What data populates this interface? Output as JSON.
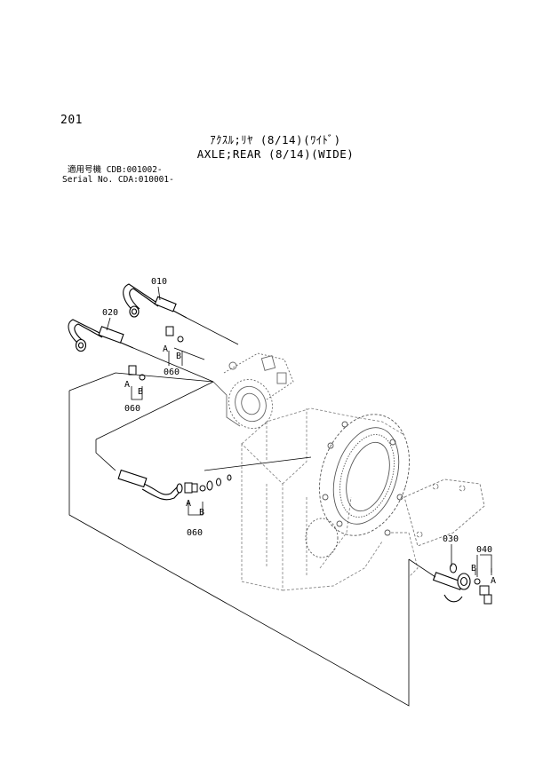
{
  "page_number": "201",
  "title_jp": "ｱｸｽﾙ;ﾘﾔ (8/14)(ﾜｲﾄﾞ)",
  "title_en": "AXLE;REAR (8/14)(WIDE)",
  "serial": {
    "line1": "適用号機 CDB:001002-",
    "line2": "Serial No. CDA:010001-"
  },
  "callouts": {
    "p010": "010",
    "p020": "020",
    "p030": "030",
    "p040": "040",
    "p060_a": "060",
    "p060_b": "060",
    "p060_c": "060",
    "a1": "A",
    "b1": "B",
    "a2": "A",
    "b2": "B",
    "a3": "A",
    "b3": "B",
    "a4": "A",
    "b4": "B"
  }
}
